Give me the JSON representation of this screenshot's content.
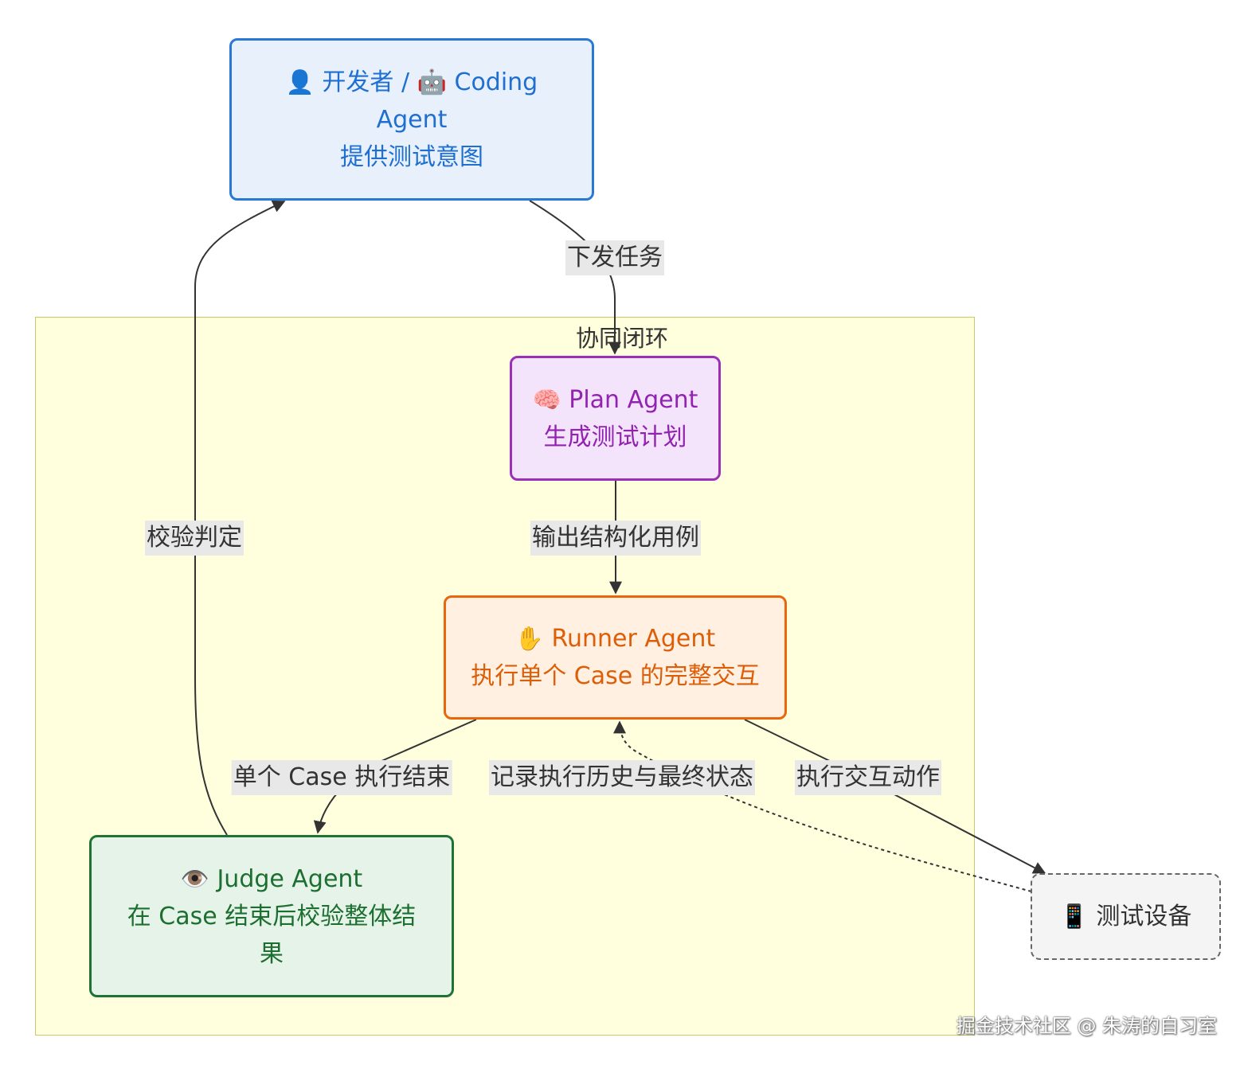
{
  "group": {
    "title": "协同闭环"
  },
  "nodes": {
    "developer": {
      "icon": "👤",
      "line1": "开发者 / 🤖 Coding",
      "line2": "Agent",
      "line3": "提供测试意图"
    },
    "plan": {
      "icon": "🧠",
      "line1": "Plan Agent",
      "line2": "生成测试计划"
    },
    "runner": {
      "icon": "✋",
      "line1": "Runner Agent",
      "line2": "执行单个 Case 的完整交互"
    },
    "judge": {
      "icon": "👁️",
      "line1": "Judge Agent",
      "line2": "在 Case 结束后校验整体结",
      "line3": "果"
    },
    "device": {
      "icon": "📱",
      "line1": "测试设备"
    }
  },
  "edges": {
    "dispatch": "下发任务",
    "output_cases": "输出结构化用例",
    "case_done": "单个 Case 执行结束",
    "verify": "校验判定",
    "record_history": "记录执行历史与最终状态",
    "interact": "执行交互动作"
  },
  "watermark": "掘金技术社区 @ 朱涛的自习室",
  "colors": {
    "developer": "#2a78d6",
    "plan": "#9b2fb5",
    "runner": "#e8660c",
    "judge": "#1e7334",
    "group_fill": "#ffffde"
  }
}
